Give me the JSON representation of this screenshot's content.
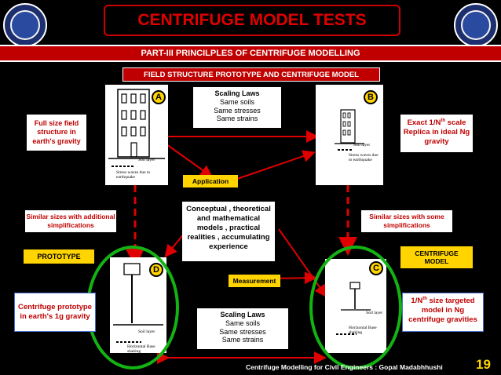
{
  "title": "CENTRIFUGE MODEL TESTS",
  "part_banner": "PART-III PRINCILPLES OF CENTRIFUGE MODELLING",
  "subtitle": "FIELD STRUCTURE PROTOTYPE AND CENTRIFUGE MODEL",
  "scaling_top": {
    "title": "Scaling Laws",
    "l1": "Same soils",
    "l2": "Same stresses",
    "l3": "Same strains"
  },
  "scaling_bottom": {
    "title": "Scaling Laws",
    "l1": "Same soils",
    "l2": "Same stresses",
    "l3": "Same strains"
  },
  "application": "Application",
  "measurement": "Measurement",
  "center_text": "Conceptual , theoretical and mathematical models , practical realities , accumulating experience",
  "left_top": "Full size field structure in earth's gravity",
  "left_mid": "Similar sizes with additional simplifications",
  "left_bottom": "Centrifuge prototype in earth's 1g gravity",
  "prototype": "PROTOTYPE",
  "right_top_a": "Exact 1/N",
  "right_top_sup": "th",
  "right_top_b": " scale Replica in ideal Ng gravity",
  "right_mid": "Similar sizes with some simplifications",
  "centrifuge_model": "CENTRIFUGE MODEL",
  "right_bottom_a": "1/N",
  "right_bottom_sup": "th",
  "right_bottom_b": " size targeted model in Ng centrifuge gravities",
  "labels": {
    "a": "A",
    "b": "B",
    "c": "C",
    "d": "D"
  },
  "panelA": {
    "soil": "Soil layer",
    "stress": "Stress waves due to earthquake"
  },
  "panelB": {
    "soil": "Soil layer",
    "stress": "Stress waves due to earthquake"
  },
  "panelC": {
    "soil": "Soil layer",
    "base": "Horizontal Base shaking"
  },
  "panelD": {
    "soil": "Soil layer",
    "base": "Horizontal Base shaking"
  },
  "footer": "Centrifuge Modelling for Civil Engineers : Gopal Madabhhushi",
  "page": "19"
}
